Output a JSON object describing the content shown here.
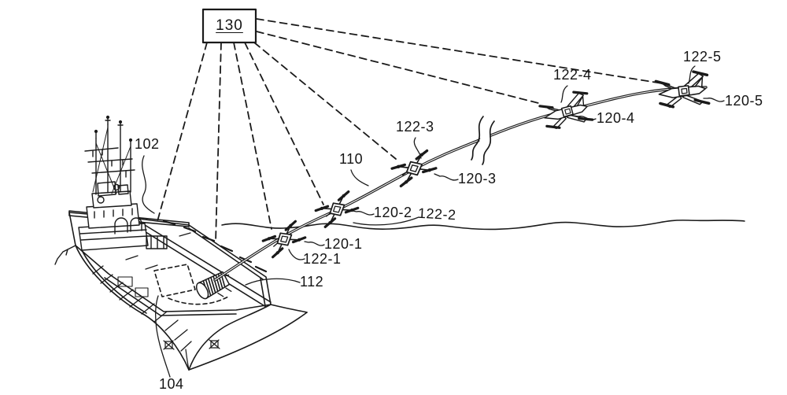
{
  "figure": {
    "background": "#ffffff",
    "line_color": "#1a1a1a"
  },
  "control_box": {
    "label": "130"
  },
  "labels": {
    "ship": "102",
    "hull": "104",
    "tether": "110",
    "spool": "112"
  },
  "drones": [
    {
      "craft_label": "120-1",
      "coupling_label": "122-1"
    },
    {
      "craft_label": "120-2",
      "coupling_label": "122-2"
    },
    {
      "craft_label": "120-3",
      "coupling_label": "122-3"
    },
    {
      "craft_label": "120-4",
      "coupling_label": "122-4"
    },
    {
      "craft_label": "120-5",
      "coupling_label": "122-5"
    }
  ]
}
